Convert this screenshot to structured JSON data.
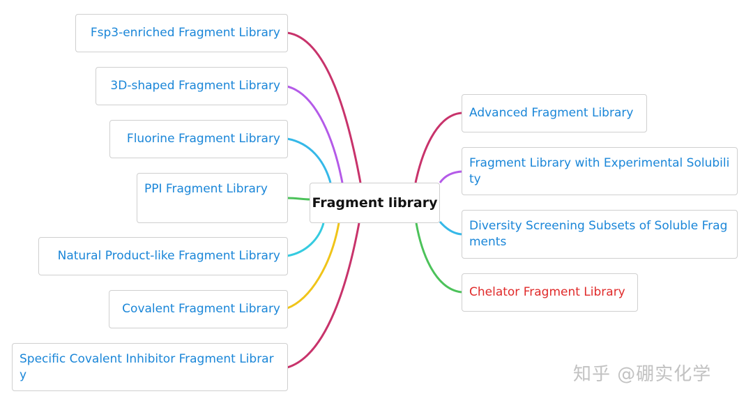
{
  "central": "Fragment library",
  "colors": {
    "node_text": "#1a86d8",
    "alert_text": "#e02a2a",
    "root_text": "#111111",
    "node_border": "#cfcfcf"
  },
  "left_branches": [
    {
      "label": "Fsp3-enriched Fragment Library",
      "color": "#c8336b"
    },
    {
      "label": "3D-shaped Fragment Library",
      "color": "#b45ae8"
    },
    {
      "label": "Fluorine Fragment Library",
      "color": "#35b8e8"
    },
    {
      "label": "PPI Fragment Library",
      "color": "#4cc25a"
    },
    {
      "label": "Natural Product-like Fragment Library",
      "color": "#35cbe0"
    },
    {
      "label": "Covalent Fragment Library",
      "color": "#f0c419"
    },
    {
      "label": "Specific Covalent Inhibitor Fragment Library",
      "color": "#c8336b"
    }
  ],
  "right_branches": [
    {
      "label": "Advanced Fragment Library",
      "color": "#c8336b"
    },
    {
      "label": "Fragment Library with Experimental Solubility",
      "color": "#b45ae8"
    },
    {
      "label": "Diversity Screening Subsets of Soluble Fragments",
      "color": "#35b8e8"
    },
    {
      "label": "Chelator Fragment Library",
      "color": "#4cc25a",
      "text_color": "#e02a2a"
    }
  ],
  "watermark": "知乎 @硼实化学"
}
